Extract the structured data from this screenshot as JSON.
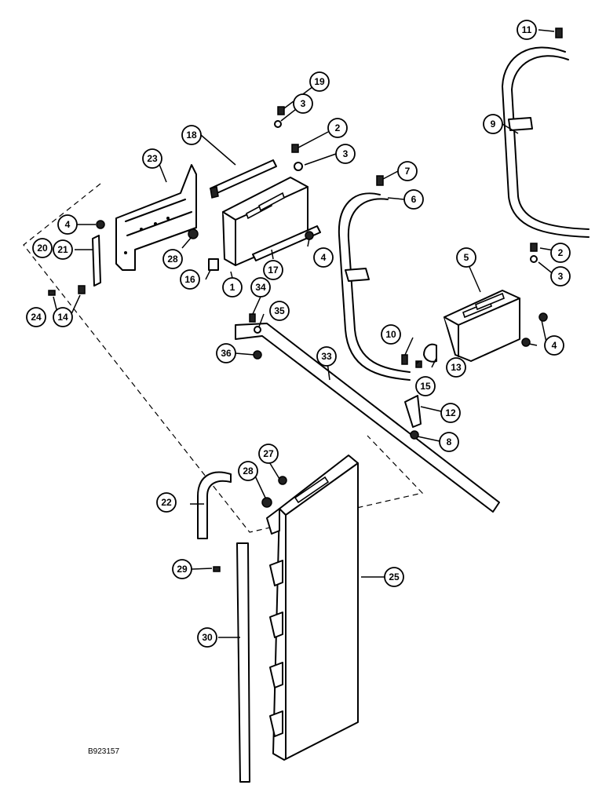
{
  "document_id": "B923157",
  "callouts": {
    "c1": "1",
    "c2a": "2",
    "c2b": "2",
    "c3a": "3",
    "c3b": "3",
    "c3c": "3",
    "c4a": "4",
    "c4b": "4",
    "c4c": "4",
    "c5": "5",
    "c6": "6",
    "c7": "7",
    "c8": "8",
    "c9": "9",
    "c10": "10",
    "c11": "11",
    "c12": "12",
    "c13": "13",
    "c14": "14",
    "c15": "15",
    "c16": "16",
    "c17": "17",
    "c18": "18",
    "c19": "19",
    "c20": "20",
    "c21": "21",
    "c22": "22",
    "c23": "23",
    "c24": "24",
    "c25": "25",
    "c27": "27",
    "c28a": "28",
    "c28b": "28",
    "c29": "29",
    "c30": "30",
    "c33": "33",
    "c34": "34",
    "c35": "35",
    "c36": "36"
  }
}
